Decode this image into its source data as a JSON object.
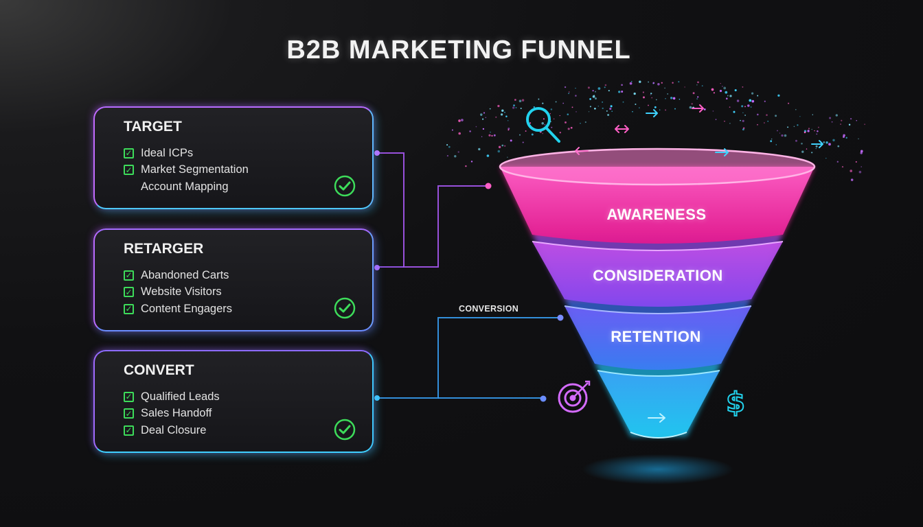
{
  "title": "B2B MARKETING FUNNEL",
  "cards": [
    {
      "title": "TARGET",
      "items": [
        {
          "label": "Ideal ICPs",
          "checked": true
        },
        {
          "label": "Market Segmentation",
          "checked": true
        },
        {
          "label": "Account Mapping",
          "checked": false
        }
      ]
    },
    {
      "title": "RETARGER",
      "items": [
        {
          "label": "Abandoned Carts",
          "checked": true
        },
        {
          "label": "Website Visitors",
          "checked": true
        },
        {
          "label": "Content Engagers",
          "checked": true
        }
      ]
    },
    {
      "title": "CONVERT",
      "items": [
        {
          "label": "Qualified Leads",
          "checked": true
        },
        {
          "label": "Sales Handoff",
          "checked": true
        },
        {
          "label": "Deal Closure",
          "checked": true
        }
      ]
    }
  ],
  "funnel": {
    "stages": [
      "AWARENESS",
      "CONSIDERATION",
      "RETENTION"
    ],
    "colors": [
      "#ff3fb4",
      "#a855f7",
      "#3b82f6",
      "#22d3ee"
    ]
  },
  "connector_label": "CONVERSION",
  "icons": [
    "magnifier-icon",
    "target-icon",
    "dollar-icon",
    "arrow-icon",
    "check-circle-icon"
  ]
}
